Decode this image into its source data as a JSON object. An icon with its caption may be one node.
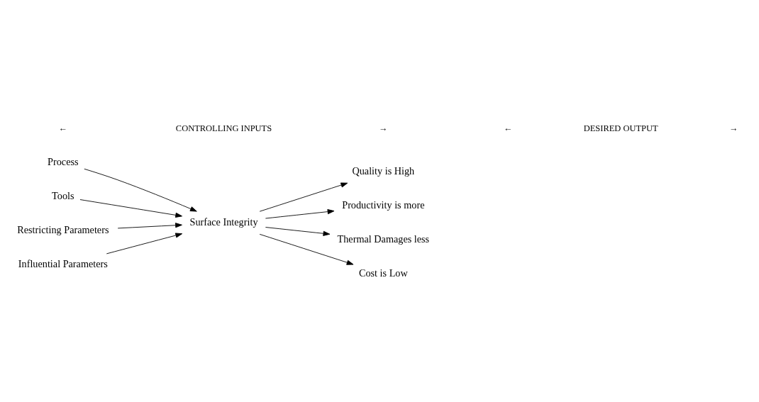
{
  "diagram": {
    "nodes": [
      {
        "text": [
          "Process"
        ]
      },
      {
        "text": [
          "Tools"
        ]
      },
      {
        "text": [
          "Restricting Parameters"
        ]
      },
      {
        "text": [
          "Influential Parameters"
        ]
      },
      {
        "text": [
          "Surface Integrity"
        ]
      },
      {
        "text": [
          "Quality is High"
        ]
      },
      {
        "text": [
          "Productivity is more"
        ]
      },
      {
        "text": [
          "Thermal Damages less"
        ]
      },
      {
        "text": [
          "Cost is Low"
        ]
      }
    ],
    "edges": [
      {
        "from": 0,
        "to": 4,
        "arrow": "to"
      },
      {
        "from": 1,
        "to": 4,
        "arrow": "to"
      },
      {
        "from": 2,
        "to": 4,
        "arrow": "to"
      },
      {
        "from": 3,
        "to": 4,
        "arrow": "to"
      },
      {
        "from": 4,
        "to": 5,
        "arrow": "to"
      },
      {
        "from": 4,
        "to": 6,
        "arrow": "to"
      },
      {
        "from": 4,
        "to": 7,
        "arrow": "to"
      },
      {
        "from": 4,
        "to": 8,
        "arrow": "to"
      }
    ],
    "labels": [
      "←",
      "CONTROLLING INPUTS",
      "→",
      "←",
      "DESIRED OUTPUT",
      "→"
    ]
  }
}
